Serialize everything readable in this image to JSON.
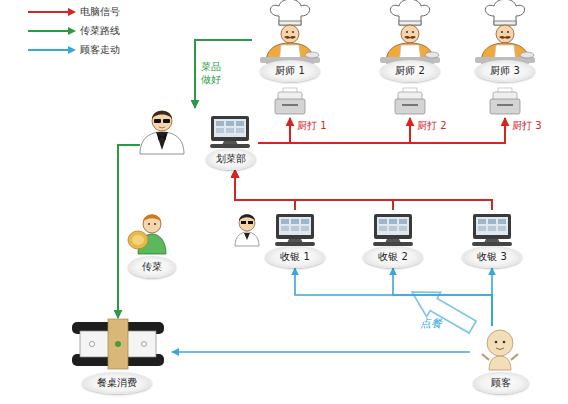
{
  "diagram": {
    "nodes": [
      {
        "text": [
          "厨师 1"
        ]
      },
      {
        "text": [
          "厨师 2"
        ]
      },
      {
        "text": [
          "厨师 3"
        ]
      },
      {
        "text": [
          "划菜部"
        ]
      },
      {
        "text": [
          "传菜"
        ]
      },
      {
        "text": [
          "收银 1"
        ]
      },
      {
        "text": [
          "收银 2"
        ]
      },
      {
        "text": [
          "收银 3"
        ]
      },
      {
        "text": [
          "餐桌消费"
        ]
      },
      {
        "text": [
          "顾客"
        ]
      }
    ],
    "edges": [
      {
        "from": 5,
        "to": 3,
        "arrow": "to"
      },
      {
        "from": 6,
        "to": 3,
        "arrow": "to"
      },
      {
        "from": 7,
        "to": 3,
        "arrow": "to"
      },
      {
        "from": 3,
        "to": 0,
        "label": "厨打 1",
        "arrow": "to"
      },
      {
        "from": 3,
        "to": 1,
        "label": "厨打 2",
        "arrow": "to"
      },
      {
        "from": 3,
        "to": 2,
        "label": "厨打 3",
        "arrow": "to"
      },
      {
        "from": 0,
        "to": 3,
        "label": "菜品做好",
        "arrow": "to"
      },
      {
        "from": 3,
        "to": 8,
        "arrow": "to"
      },
      {
        "from": 9,
        "to": 8,
        "arrow": "to"
      },
      {
        "from": 9,
        "to": 5,
        "arrow": "to"
      },
      {
        "from": 9,
        "to": 6,
        "arrow": "to"
      },
      {
        "from": 9,
        "to": 7,
        "arrow": "to"
      }
    ],
    "labels": [
      "点餐"
    ],
    "legend": [
      {
        "text": "电脑信号"
      },
      {
        "text": "传菜路线"
      },
      {
        "text": "顾客走动"
      }
    ]
  }
}
